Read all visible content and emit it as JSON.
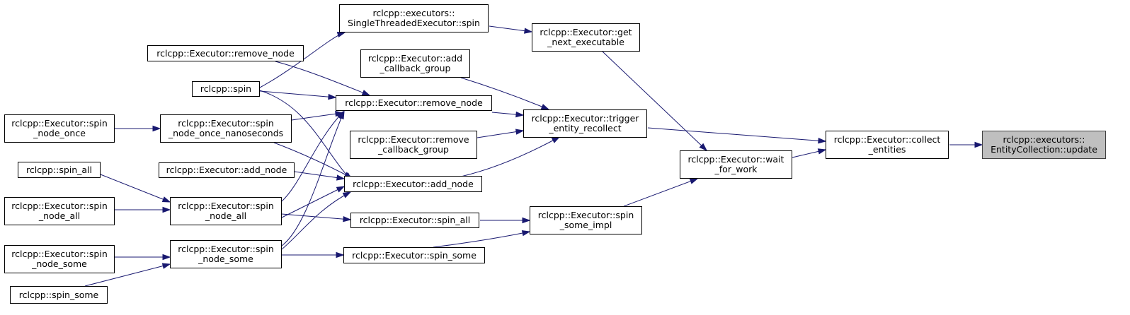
{
  "diagram": {
    "colors": {
      "edge": "#191970",
      "node_border": "#000000",
      "highlight_fill": "#bfbfbf",
      "background": "#ffffff"
    },
    "nodes": [
      {
        "id": "n0",
        "lines": [
          "rclcpp::executors::",
          "EntityCollection::update"
        ],
        "highlight": true
      },
      {
        "id": "n1",
        "lines": [
          "rclcpp::Executor::collect",
          "_entities"
        ]
      },
      {
        "id": "n2",
        "lines": [
          "rclcpp::Executor::trigger",
          "_entity_recollect"
        ]
      },
      {
        "id": "n3",
        "lines": [
          "rclcpp::Executor::wait",
          "_for_work"
        ]
      },
      {
        "id": "n4",
        "lines": [
          "rclcpp::Executor::get",
          "_next_executable"
        ]
      },
      {
        "id": "n5",
        "lines": [
          "rclcpp::executors::",
          "SingleThreadedExecutor::spin"
        ]
      },
      {
        "id": "n6",
        "lines": [
          "rclcpp::Executor::add",
          "_callback_group"
        ]
      },
      {
        "id": "n7",
        "lines": [
          "rclcpp::Executor::remove_node"
        ]
      },
      {
        "id": "n8",
        "lines": [
          "rclcpp::Executor::remove",
          "_callback_group"
        ]
      },
      {
        "id": "n9",
        "lines": [
          "rclcpp::Executor::add_node"
        ]
      },
      {
        "id": "n10",
        "lines": [
          "rclcpp::Executor::spin",
          "_some_impl"
        ]
      },
      {
        "id": "n11",
        "lines": [
          "rclcpp::Executor::spin_all"
        ]
      },
      {
        "id": "n12",
        "lines": [
          "rclcpp::Executor::spin_some"
        ]
      },
      {
        "id": "n13",
        "lines": [
          "rclcpp::Executor::remove_node"
        ]
      },
      {
        "id": "n14",
        "lines": [
          "rclcpp::spin"
        ]
      },
      {
        "id": "n15",
        "lines": [
          "rclcpp::Executor::spin",
          "_node_once_nanoseconds"
        ]
      },
      {
        "id": "n16",
        "lines": [
          "rclcpp::Executor::add_node"
        ]
      },
      {
        "id": "n17",
        "lines": [
          "rclcpp::Executor::spin",
          "_node_all"
        ]
      },
      {
        "id": "n18",
        "lines": [
          "rclcpp::Executor::spin",
          "_node_some"
        ]
      },
      {
        "id": "n19",
        "lines": [
          "rclcpp::Executor::spin",
          "_node_once"
        ]
      },
      {
        "id": "n20",
        "lines": [
          "rclcpp::spin_all"
        ]
      },
      {
        "id": "n21",
        "lines": [
          "rclcpp::Executor::spin",
          "_node_all"
        ]
      },
      {
        "id": "n22",
        "lines": [
          "rclcpp::Executor::spin",
          "_node_some"
        ]
      },
      {
        "id": "n23",
        "lines": [
          "rclcpp::spin_some"
        ]
      }
    ],
    "edges": [
      {
        "from": "n1",
        "to": "n0"
      },
      {
        "from": "n2",
        "to": "n1"
      },
      {
        "from": "n3",
        "to": "n1"
      },
      {
        "from": "n4",
        "to": "n3"
      },
      {
        "from": "n10",
        "to": "n3"
      },
      {
        "from": "n5",
        "to": "n4"
      },
      {
        "from": "n14",
        "to": "n5"
      },
      {
        "from": "n6",
        "to": "n2"
      },
      {
        "from": "n7",
        "to": "n2"
      },
      {
        "from": "n8",
        "to": "n2"
      },
      {
        "from": "n9",
        "to": "n2"
      },
      {
        "from": "n11",
        "to": "n10"
      },
      {
        "from": "n12",
        "to": "n10"
      },
      {
        "from": "n13",
        "to": "n7"
      },
      {
        "from": "n14",
        "to": "n7"
      },
      {
        "from": "n15",
        "to": "n7"
      },
      {
        "from": "n17",
        "to": "n7"
      },
      {
        "from": "n18",
        "to": "n7"
      },
      {
        "from": "n14",
        "to": "n9"
      },
      {
        "from": "n15",
        "to": "n9"
      },
      {
        "from": "n16",
        "to": "n9"
      },
      {
        "from": "n17",
        "to": "n9"
      },
      {
        "from": "n18",
        "to": "n9"
      },
      {
        "from": "n17",
        "to": "n11"
      },
      {
        "from": "n18",
        "to": "n12"
      },
      {
        "from": "n19",
        "to": "n15"
      },
      {
        "from": "n20",
        "to": "n17"
      },
      {
        "from": "n21",
        "to": "n17"
      },
      {
        "from": "n22",
        "to": "n18"
      },
      {
        "from": "n23",
        "to": "n18"
      }
    ]
  }
}
